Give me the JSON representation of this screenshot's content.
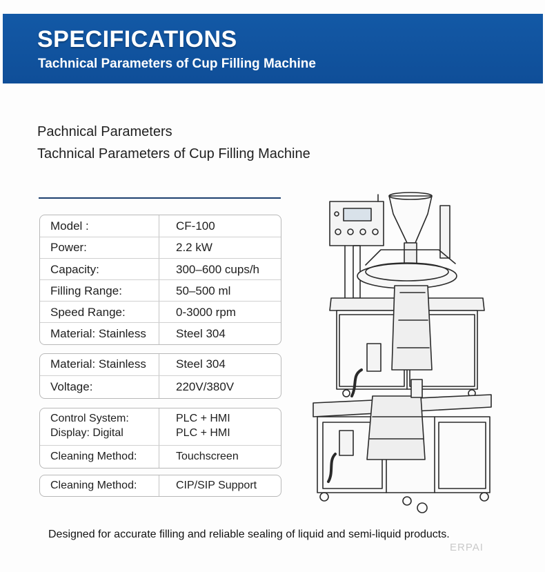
{
  "banner": {
    "title": "SPECIFICATIONS",
    "subtitle": "Tachnical Parameters of Cup Filling Machine"
  },
  "headings": {
    "line1": "Pachnical Parameters",
    "line2": "Tachnical Parameters of Cup Filling Machine"
  },
  "spec_groups": [
    {
      "rows": [
        {
          "label": "Model :",
          "value": "CF-100"
        },
        {
          "label": "Power:",
          "value": "2.2 kW"
        },
        {
          "label": "Capacity:",
          "value": "300–600 cups/h"
        },
        {
          "label": "Filling Range:",
          "value": "50–500 ml"
        },
        {
          "label": "Speed Range:",
          "value": "0-3000 rpm"
        },
        {
          "label": "Material: Stainless",
          "value": "Steel 304"
        }
      ]
    },
    {
      "rows": [
        {
          "label": "Material: Stainless",
          "value": "Steel 304"
        },
        {
          "label": "Voltage:",
          "value": "220V/380V"
        }
      ]
    },
    {
      "rows": [
        {
          "label": "Control System:",
          "value": "PLC + HMI"
        },
        {
          "label": "Display: Digital",
          "value": "PLC + HMI"
        },
        {
          "label": "Cleaning Method:",
          "value": "Touchscreen"
        }
      ]
    },
    {
      "rows": [
        {
          "label": "Cleaning Method:",
          "value": "CIP/SIP Support"
        }
      ]
    }
  ],
  "footer": "Designed for accurate filling and reliable sealing of liquid and semi-liquid products.",
  "watermark": "ERPAI",
  "illustration": {
    "icon": "cup-filling-machine-drawing"
  },
  "colors": {
    "banner": "#1359a6",
    "rule": "#1c3f6e"
  }
}
